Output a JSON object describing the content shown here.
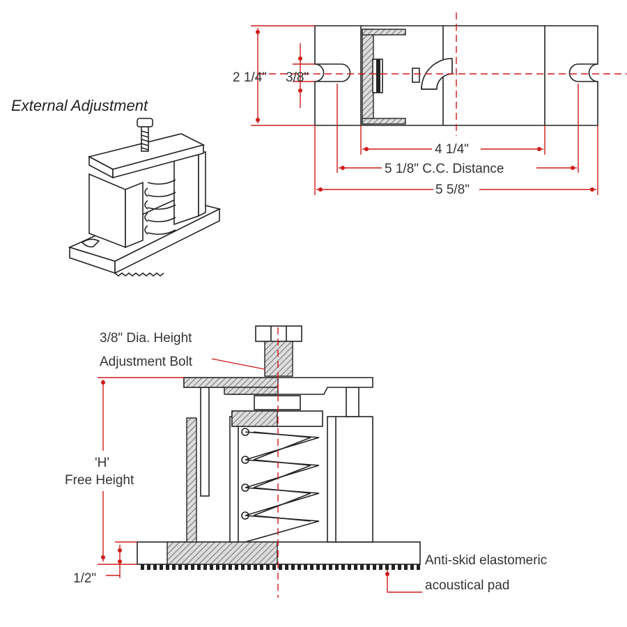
{
  "labels": {
    "external_adjustment": "External Adjustment",
    "dim_height": "2 1/4\"",
    "dim_slot": "3/8\"",
    "dim_inner": "4 1/4\"",
    "dim_cc": "5 1/8\" C.C. Distance",
    "dim_overall": "5 5/8\"",
    "bolt_line1": "3/8\" Dia. Height",
    "bolt_line2": "Adjustment Bolt",
    "free_height_line1": "'H'",
    "free_height_line2": "Free Height",
    "pad_height": "1/2\"",
    "pad_line1": "Anti-skid elastomeric",
    "pad_line2": "acoustical pad"
  },
  "colors": {
    "dimension": "#d01818",
    "outline": "#222222"
  }
}
